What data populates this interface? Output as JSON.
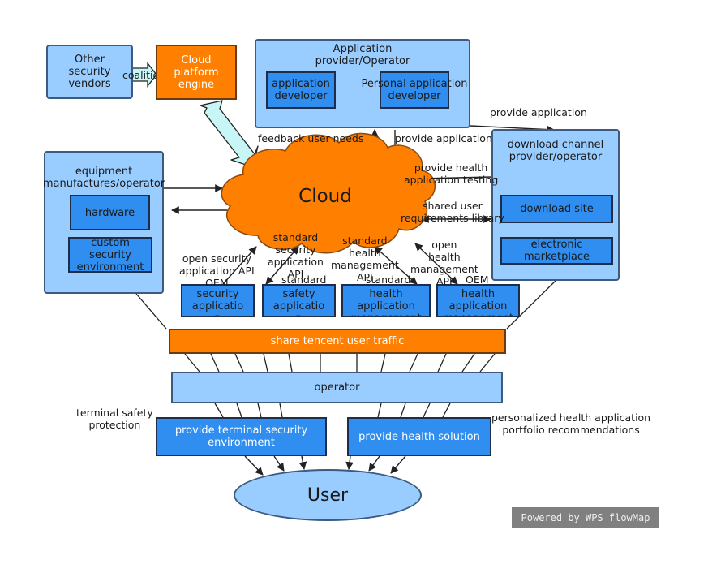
{
  "nodes": {
    "other_vendors": "Other\nsecurity\nvendors",
    "coalition": "coalition",
    "cloud_engine": "Cloud\nplatform\nengine",
    "app_provider": "Application\nprovider/Operator",
    "app_developer": "application\ndeveloper",
    "personal_developer": "Personal application\ndeveloper",
    "equipment": "equipment\nmanufactures/operator",
    "hardware": "hardware",
    "custom_security": "custom security\nenvironment",
    "cloud": "Cloud",
    "download_provider": "download channel\nprovider/operator",
    "download_site": "download site",
    "electronic_marketplace": "electronic\nmarketplace",
    "security_app": "security\napplicatio\nn",
    "safety_app": "safety\napplicatio\nn",
    "health_app_1": "health\napplication\nmanagement",
    "health_app_2": "health\napplication\nmanagement",
    "share_traffic": "share tencent user traffic",
    "operator": "operator",
    "terminal_env": "provide terminal security\nenvironment",
    "health_solution": "provide health solution",
    "user": "User"
  },
  "labels": {
    "provide_application_top": "provide application",
    "feedback": "feedback user needs",
    "provide_application": "provide application",
    "health_testing": "provide health\napplication testing",
    "shared_library": "shared user\nrequirements library",
    "open_security": "open security\napplication API\nOEM",
    "standard_security": "standard\nsecurity\napplication\nAPI",
    "standard_safety": "standard",
    "standard_health": "standard\nhealth\nmanagement\nAPI",
    "standard_health_2": "standard",
    "open_health": "open\nhealth\nmanagement\nAPI",
    "oem": "OEM",
    "terminal_safety": "terminal safety\nprotection",
    "personalized": "personalized health application\nportfolio recommendations"
  },
  "footer": {
    "watermark": "Powered by WPS flowMap"
  },
  "colors": {
    "light_blue": "#99ccff",
    "mid_blue": "#2f8ef0",
    "orange": "#ff7f00",
    "pale_cyan": "#c8f5f5"
  }
}
